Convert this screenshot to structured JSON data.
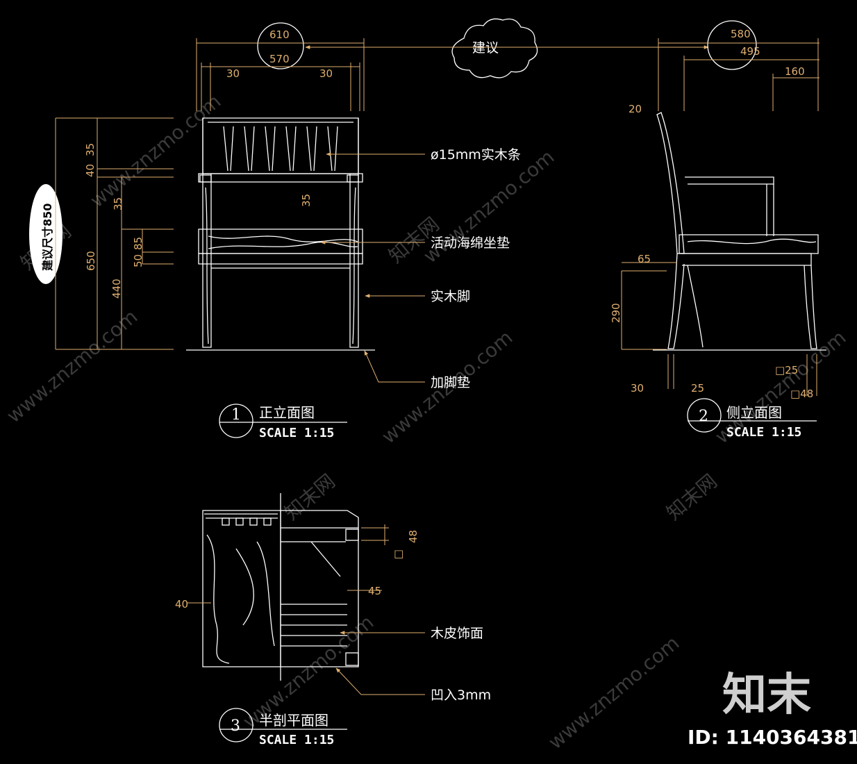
{
  "watermark": {
    "site": "www.znzmo.com",
    "cn": "知末网"
  },
  "brand": {
    "logo": "知末",
    "id_label": "ID: 1140364381"
  },
  "suggestion_cloud": "建议",
  "suggestion_oval": "建议尺寸850",
  "front": {
    "number": "1",
    "title": "正立面图",
    "scale": "SCALE 1:15",
    "dims": {
      "w_outer": "610",
      "w_inner": "570",
      "left_30": "30",
      "right_30": "30",
      "d35a": "35",
      "d40": "40",
      "d35b": "35",
      "d35c": "35",
      "d85": "85",
      "d50": "50",
      "h650": "650",
      "h440": "440"
    },
    "labels": {
      "slats": "ø15mm实木条",
      "cushion": "活动海绵坐垫",
      "leg": "实木脚",
      "pad": "加脚垫"
    }
  },
  "side": {
    "number": "2",
    "title": "侧立面图",
    "scale": "SCALE 1:15",
    "dims": {
      "d580": "580",
      "d495": "495",
      "d160": "160",
      "d20": "20",
      "d65": "65",
      "d290": "290",
      "d30": "30",
      "d25": "25",
      "sq25": "□25",
      "sq48": "□48"
    }
  },
  "plan": {
    "number": "3",
    "title": "半剖平面图",
    "scale": "SCALE 1:15",
    "dims": {
      "d48": "48",
      "sq": "□",
      "d45": "45",
      "d40": "40"
    },
    "labels": {
      "veneer": "木皮饰面",
      "recess": "凹入3mm"
    }
  }
}
